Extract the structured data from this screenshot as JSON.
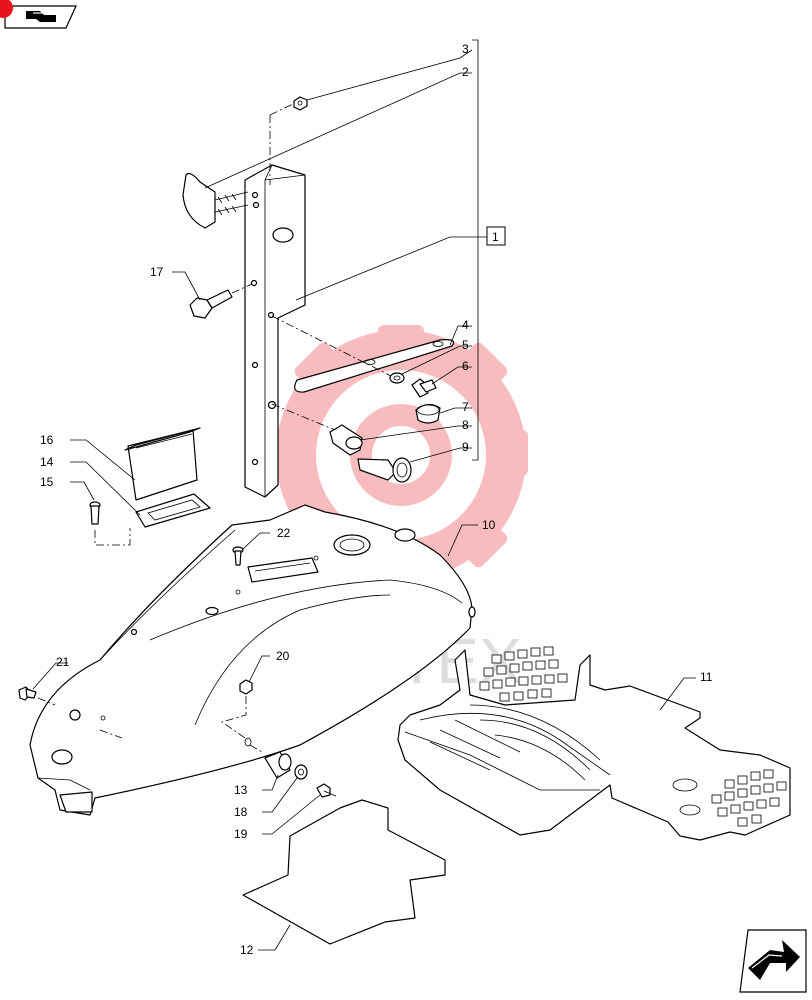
{
  "callouts": {
    "c1": "1",
    "c2": "2",
    "c3": "3",
    "c4": "4",
    "c5": "5",
    "c6": "6",
    "c7": "7",
    "c8": "8",
    "c9": "9",
    "c10": "10",
    "c11": "11",
    "c12": "12",
    "c13": "13",
    "c14": "14",
    "c15": "15",
    "c16": "16",
    "c17": "17",
    "c18": "18",
    "c19": "19",
    "c20": "20",
    "c21": "21",
    "c22": "22"
  },
  "watermark": {
    "text": "ИНТЕХ",
    "color": "#e8141b"
  },
  "navigation": {
    "prev_icon": "back-arrow-icon",
    "next_icon": "forward-arrow-icon",
    "badge_color": "#e8141b"
  }
}
